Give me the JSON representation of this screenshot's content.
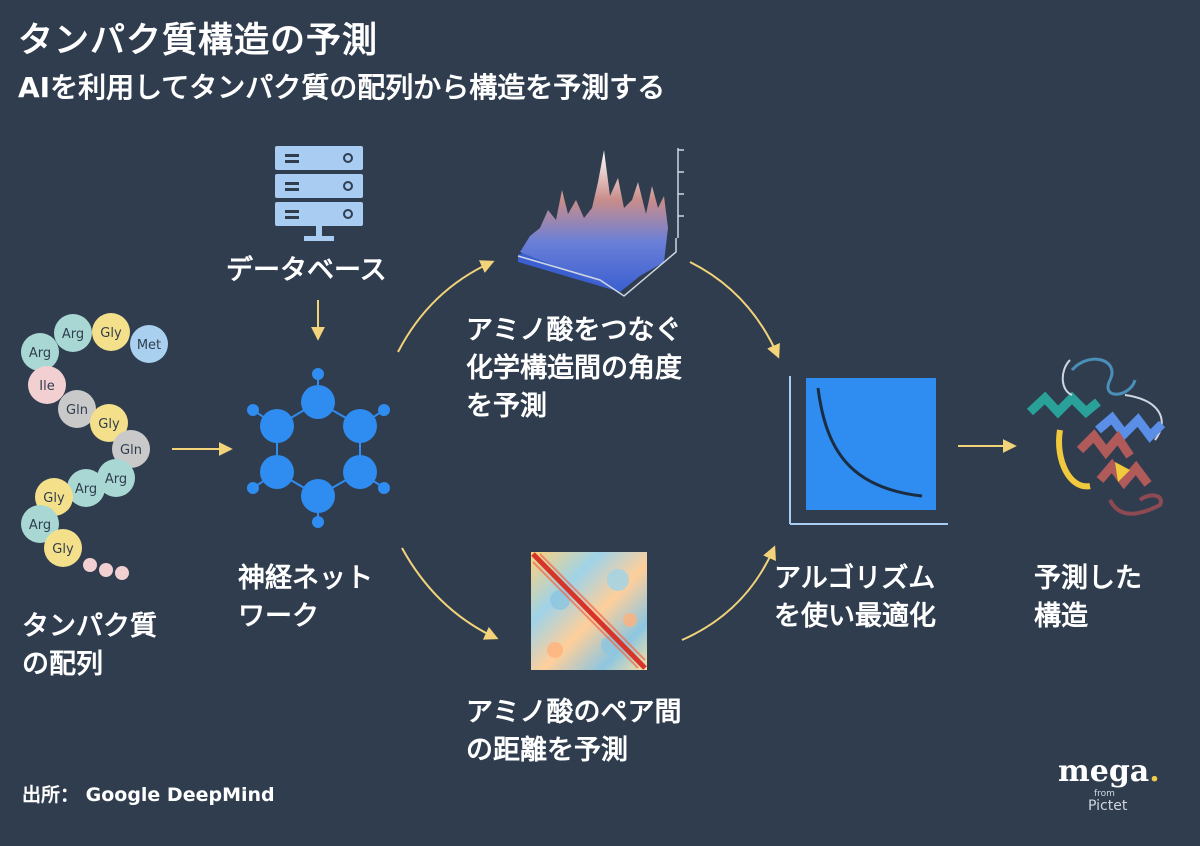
{
  "header": {
    "title": "タンパク質構造の予測",
    "subtitle": "AIを利用してタンパク質の配列から構造を予測する"
  },
  "labels": {
    "protein_sequence": "タンパク質\nの配列",
    "database": "データベース",
    "neural_network": "神経ネット\nワーク",
    "angle_prediction": "アミノ酸をつなぐ\n化学構造間の角度\nを予測",
    "distance_prediction": "アミノ酸のペア間\nの距離を予測",
    "optimization": "アルゴリズム\nを使い最適化",
    "predicted_structure": "予測した\n構造"
  },
  "amino_acids": [
    {
      "name": "Arg",
      "color": "#a9d8d4"
    },
    {
      "name": "Arg",
      "color": "#a9d8d4"
    },
    {
      "name": "Gly",
      "color": "#f4e08a"
    },
    {
      "name": "Met",
      "color": "#a9d0ef"
    },
    {
      "name": "Ile",
      "color": "#f2cfd1"
    },
    {
      "name": "Gln",
      "color": "#c9c9c9"
    },
    {
      "name": "Gly",
      "color": "#f4e08a"
    },
    {
      "name": "Gln",
      "color": "#c9c9c9"
    },
    {
      "name": "Arg",
      "color": "#a9d8d4"
    },
    {
      "name": "Arg",
      "color": "#a9d8d4"
    },
    {
      "name": "Gly",
      "color": "#f4e08a"
    },
    {
      "name": "Arg",
      "color": "#a9d8d4"
    },
    {
      "name": "Gly",
      "color": "#f4e08a"
    }
  ],
  "colors": {
    "arrow": "#f3d37a",
    "network": "#2f8cf0",
    "background": "#2f3d4f"
  },
  "source": "出所： Google DeepMind",
  "logo": {
    "main": "mega",
    "dot": ".",
    "small": "from",
    "sub": "Pictet"
  }
}
